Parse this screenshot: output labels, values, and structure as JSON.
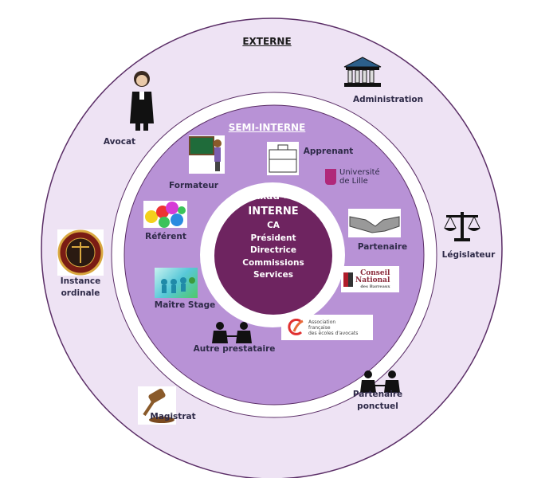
{
  "colors": {
    "outer": "#eee3f4",
    "outer_border": "#5a2d66",
    "semi": "#b892d6",
    "inner": "#6e2460",
    "text": "#2e2a48"
  },
  "externe": {
    "title": "EXTERNE",
    "items": [
      {
        "label": "Avocat",
        "icon": "lawyer-icon"
      },
      {
        "label": "Administration",
        "icon": "building-icon"
      },
      {
        "label": "Législateur",
        "icon": "scales-icon"
      },
      {
        "label": "Instance ordinale",
        "line1": "Instance",
        "line2": "ordinale",
        "icon": "bar-seal-icon"
      },
      {
        "label": "Magistrat",
        "icon": "gavel-icon"
      },
      {
        "label": "Partenaire ponctuel",
        "line1": "Partenaire",
        "line2": "ponctuel",
        "icon": "meeting-icon"
      }
    ]
  },
  "semi_interne": {
    "title": "SEMI-INTERNE",
    "items": [
      {
        "label": "Formateur",
        "icon": "teacher-icon"
      },
      {
        "label": "Apprenant",
        "icon": "briefcase-icon"
      },
      {
        "label": "Référent",
        "icon": "puzzle-icon"
      },
      {
        "label": "Partenaire",
        "icon": "handshake-icon"
      },
      {
        "label": "Maître Stage",
        "icon": "people-icon"
      },
      {
        "label": "Autre prestataire",
        "icon": "meeting-icon"
      }
    ],
    "logos": {
      "univ_line1": "Université",
      "univ_line2": "de Lille",
      "cnb_line1": "Conseil",
      "cnb_line2": "National",
      "cnb_line3": "des Barreaux",
      "afea_line1": "Association",
      "afea_line2": "française",
      "afea_line3": "des écoles d'avocats"
    }
  },
  "interne": {
    "logo": "ixad",
    "title": "INTERNE",
    "items": [
      "CA",
      "Président",
      "Directrice",
      "Commissions",
      "Services"
    ]
  }
}
